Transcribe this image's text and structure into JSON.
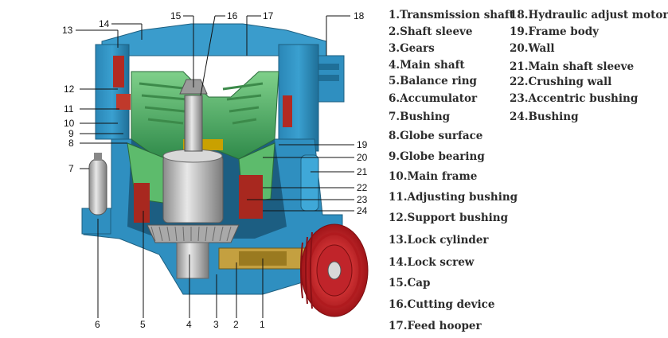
{
  "diagram": {
    "callouts": [
      "1",
      "2",
      "3",
      "4",
      "5",
      "6",
      "7",
      "8",
      "9",
      "10",
      "11",
      "12",
      "13",
      "14",
      "15",
      "16",
      "17",
      "18",
      "19",
      "20",
      "21",
      "22",
      "23",
      "24"
    ]
  },
  "legend": {
    "left": [
      "1.Transmission shaft",
      "2.Shaft sleeve",
      "3.Gears",
      "4.Main shaft",
      "5.Balance ring",
      "6.Accumulator",
      "7.Bushing",
      "8.Globe surface",
      "9.Globe bearing",
      "10.Main frame",
      "11.Adjusting bushing",
      "12.Support bushing",
      "13.Lock cylinder",
      "14.Lock screw",
      "15.Cap",
      "16.Cutting device",
      "17.Feed hooper"
    ],
    "right": [
      "18.Hydraulic adjust motor",
      "19.Frame body",
      "20.Wall",
      "21.Main shaft sleeve",
      "22.Crushing wall",
      "23.Accentric bushing",
      "24.Bushing"
    ]
  },
  "colors": {
    "frame_blue": "#2f8fc0",
    "frame_dark": "#1f6f98",
    "mantle_green": "#3aa05a",
    "mantle_light": "#6fc37e",
    "pulley_red": "#d6262b",
    "bushing_red": "#b22a22",
    "gear_gray": "#b9b9b9"
  }
}
